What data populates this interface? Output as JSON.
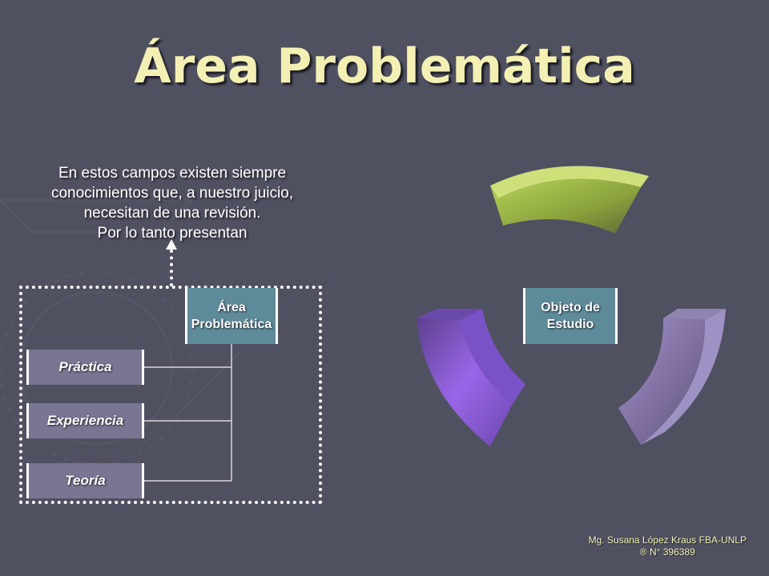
{
  "slide": {
    "title": "Área Problemática",
    "intro_lines": [
      "En estos campos existen siempre",
      "conocimientos que, a nuestro juicio,",
      "necesitan de una revisión.",
      "Por lo tanto presentan"
    ],
    "hierarchy": {
      "root": "Área Problemática",
      "children": [
        "Práctica",
        "Experiencia",
        "Teoría"
      ]
    },
    "cycle": {
      "center": "Objeto de Estudio"
    },
    "credit_lines": [
      "Mg. Susana López Kraus FBA-UNLP",
      "® N° 396389"
    ]
  },
  "colors": {
    "background": "#4f5161",
    "title": "#f4f0b4",
    "root_box": "#5e8b9a",
    "child_box": "#7a7592",
    "segment_green": "#a7c44c",
    "segment_purple": "#8a56d6",
    "segment_gray_purple": "#8f82b2"
  }
}
